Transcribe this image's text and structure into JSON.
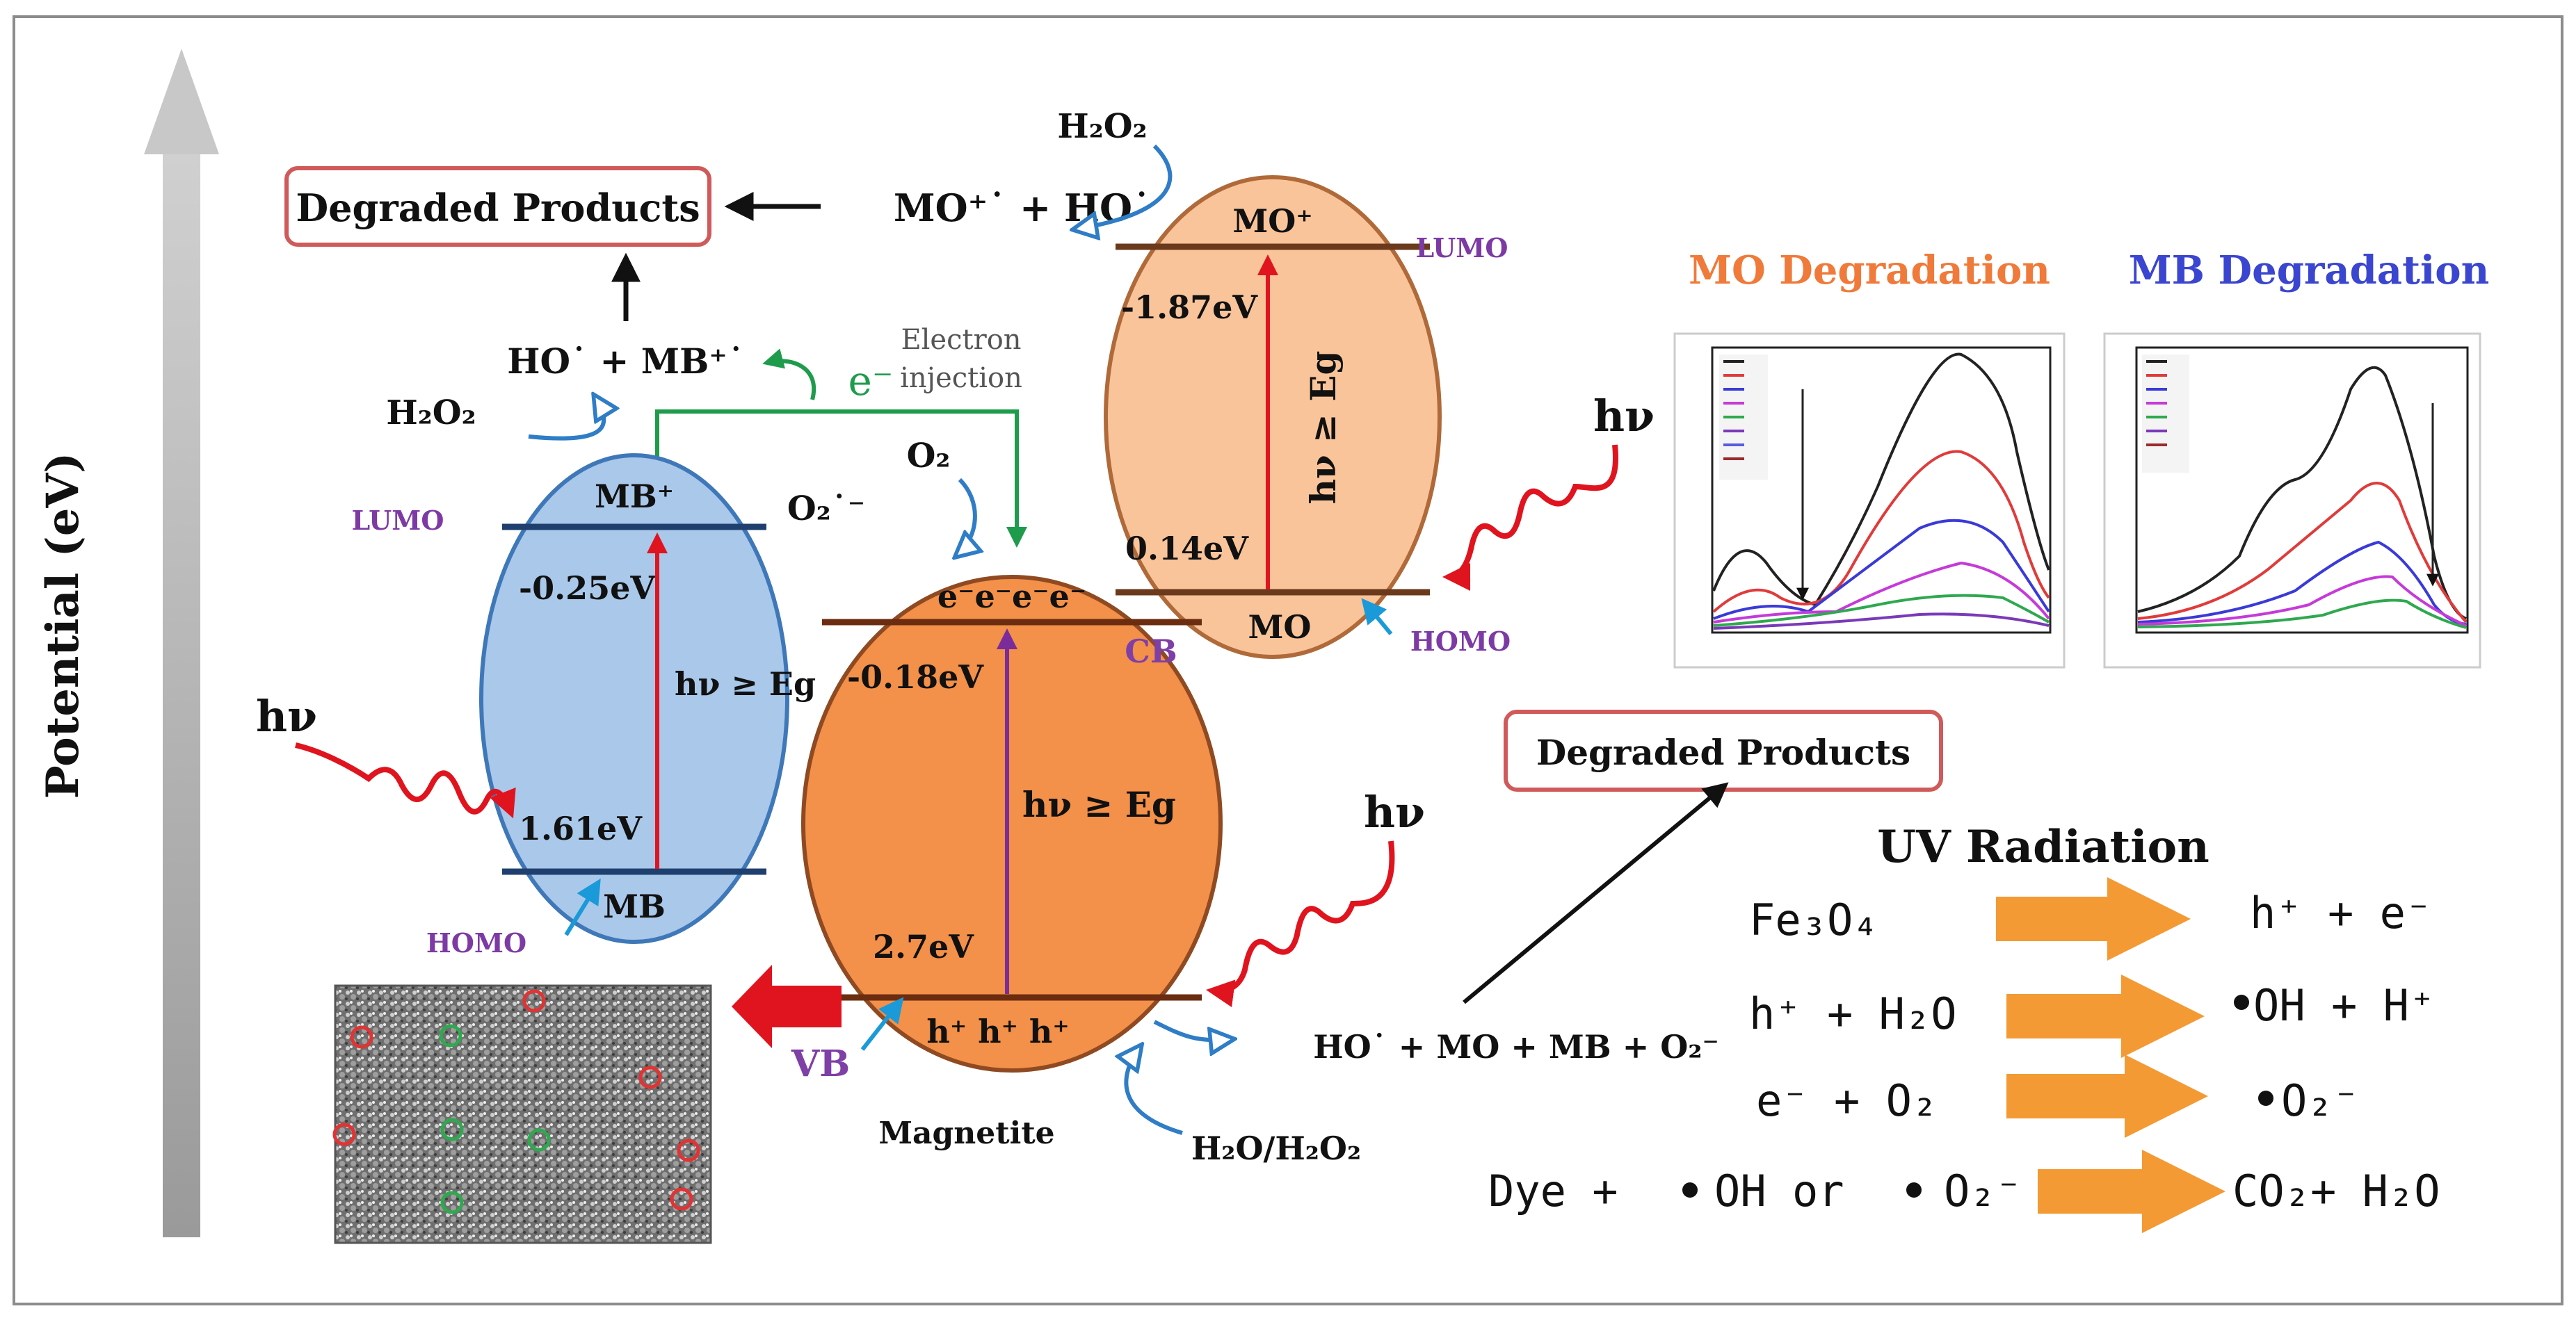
{
  "axis": {
    "label": "Potential (eV)"
  },
  "top_products": {
    "box_label": "Degraded Products",
    "mo_radicals": "MO⁺˙ + HO˙",
    "mb_radicals": "HO˙ + MB⁺˙"
  },
  "electron_injection": {
    "symbol": "e⁻",
    "label_line1": "Electron",
    "label_line2": "injection"
  },
  "mb_band": {
    "h2o2": "H₂O₂",
    "lumo_label": "LUMO",
    "homo_label": "HOMO",
    "top_species": "MB⁺",
    "bottom_species": "MB",
    "lumo_energy": "-0.25eV",
    "homo_energy": "1.61eV",
    "transition": "hν ≥ Eg",
    "hv": "hν"
  },
  "mo_band": {
    "h2o2": "H₂O₂",
    "lumo_label": "LUMO",
    "homo_label": "HOMO",
    "top_species": "MO⁺",
    "bottom_species": "MO",
    "lumo_energy": "-1.87eV",
    "homo_energy": "0.14eV",
    "transition": "hν ≥ Eg",
    "hv": "hν"
  },
  "magnetite": {
    "o2": "O₂",
    "superoxide": "O₂˙⁻",
    "cb_electrons": "e⁻e⁻e⁻e⁻",
    "cb_label": "CB",
    "vb_label": "VB",
    "vb_holes": "h⁺ h⁺ h⁺",
    "cb_energy": "-0.18eV",
    "vb_energy": "2.7eV",
    "transition": "hν ≥ Eg",
    "name": "Magnetite",
    "hv": "hν",
    "radicals_output": "HO˙ + MO + MB + O₂⁻",
    "water": "H₂O/H₂O₂"
  },
  "degradation_titles": {
    "mo": "MO Degradation",
    "mb": "MB Degradation"
  },
  "bottom_products": {
    "box_label": "Degraded Products"
  },
  "reactions": {
    "title": "UV Radiation",
    "r1_left": "Fe₃O₄",
    "r1_right": "h⁺ + e⁻",
    "r2_left": "h⁺ + H₂O",
    "r2_right": "OH + H⁺",
    "r3_left": "e⁻ + O₂",
    "r3_right": "O₂⁻",
    "r4_left_a": "Dye +",
    "r4_left_b": "OH  or",
    "r4_left_c": "O₂⁻",
    "r4_right": "CO₂+ H₂O"
  },
  "colors": {
    "mb_fill": "#a9c8ea",
    "mb_stroke": "#3f78b8",
    "mo_fill": "#f9c49a",
    "mo_stroke": "#b06a3a",
    "mag_fill": "#f39049",
    "mag_stroke": "#8f4a22",
    "arrow_red": "#e0141e",
    "arrow_purple": "#7a2c9a",
    "green": "#1e9c4c",
    "blue_accent": "#1a9ad8",
    "label_purple": "#7d3aa4",
    "orange_title": "#f07a3a",
    "blue_title": "#3a45d0",
    "reaction_arrow": "#f39a35",
    "box_border": "#d05a5a",
    "vb_purple": "#7e3fa6"
  }
}
